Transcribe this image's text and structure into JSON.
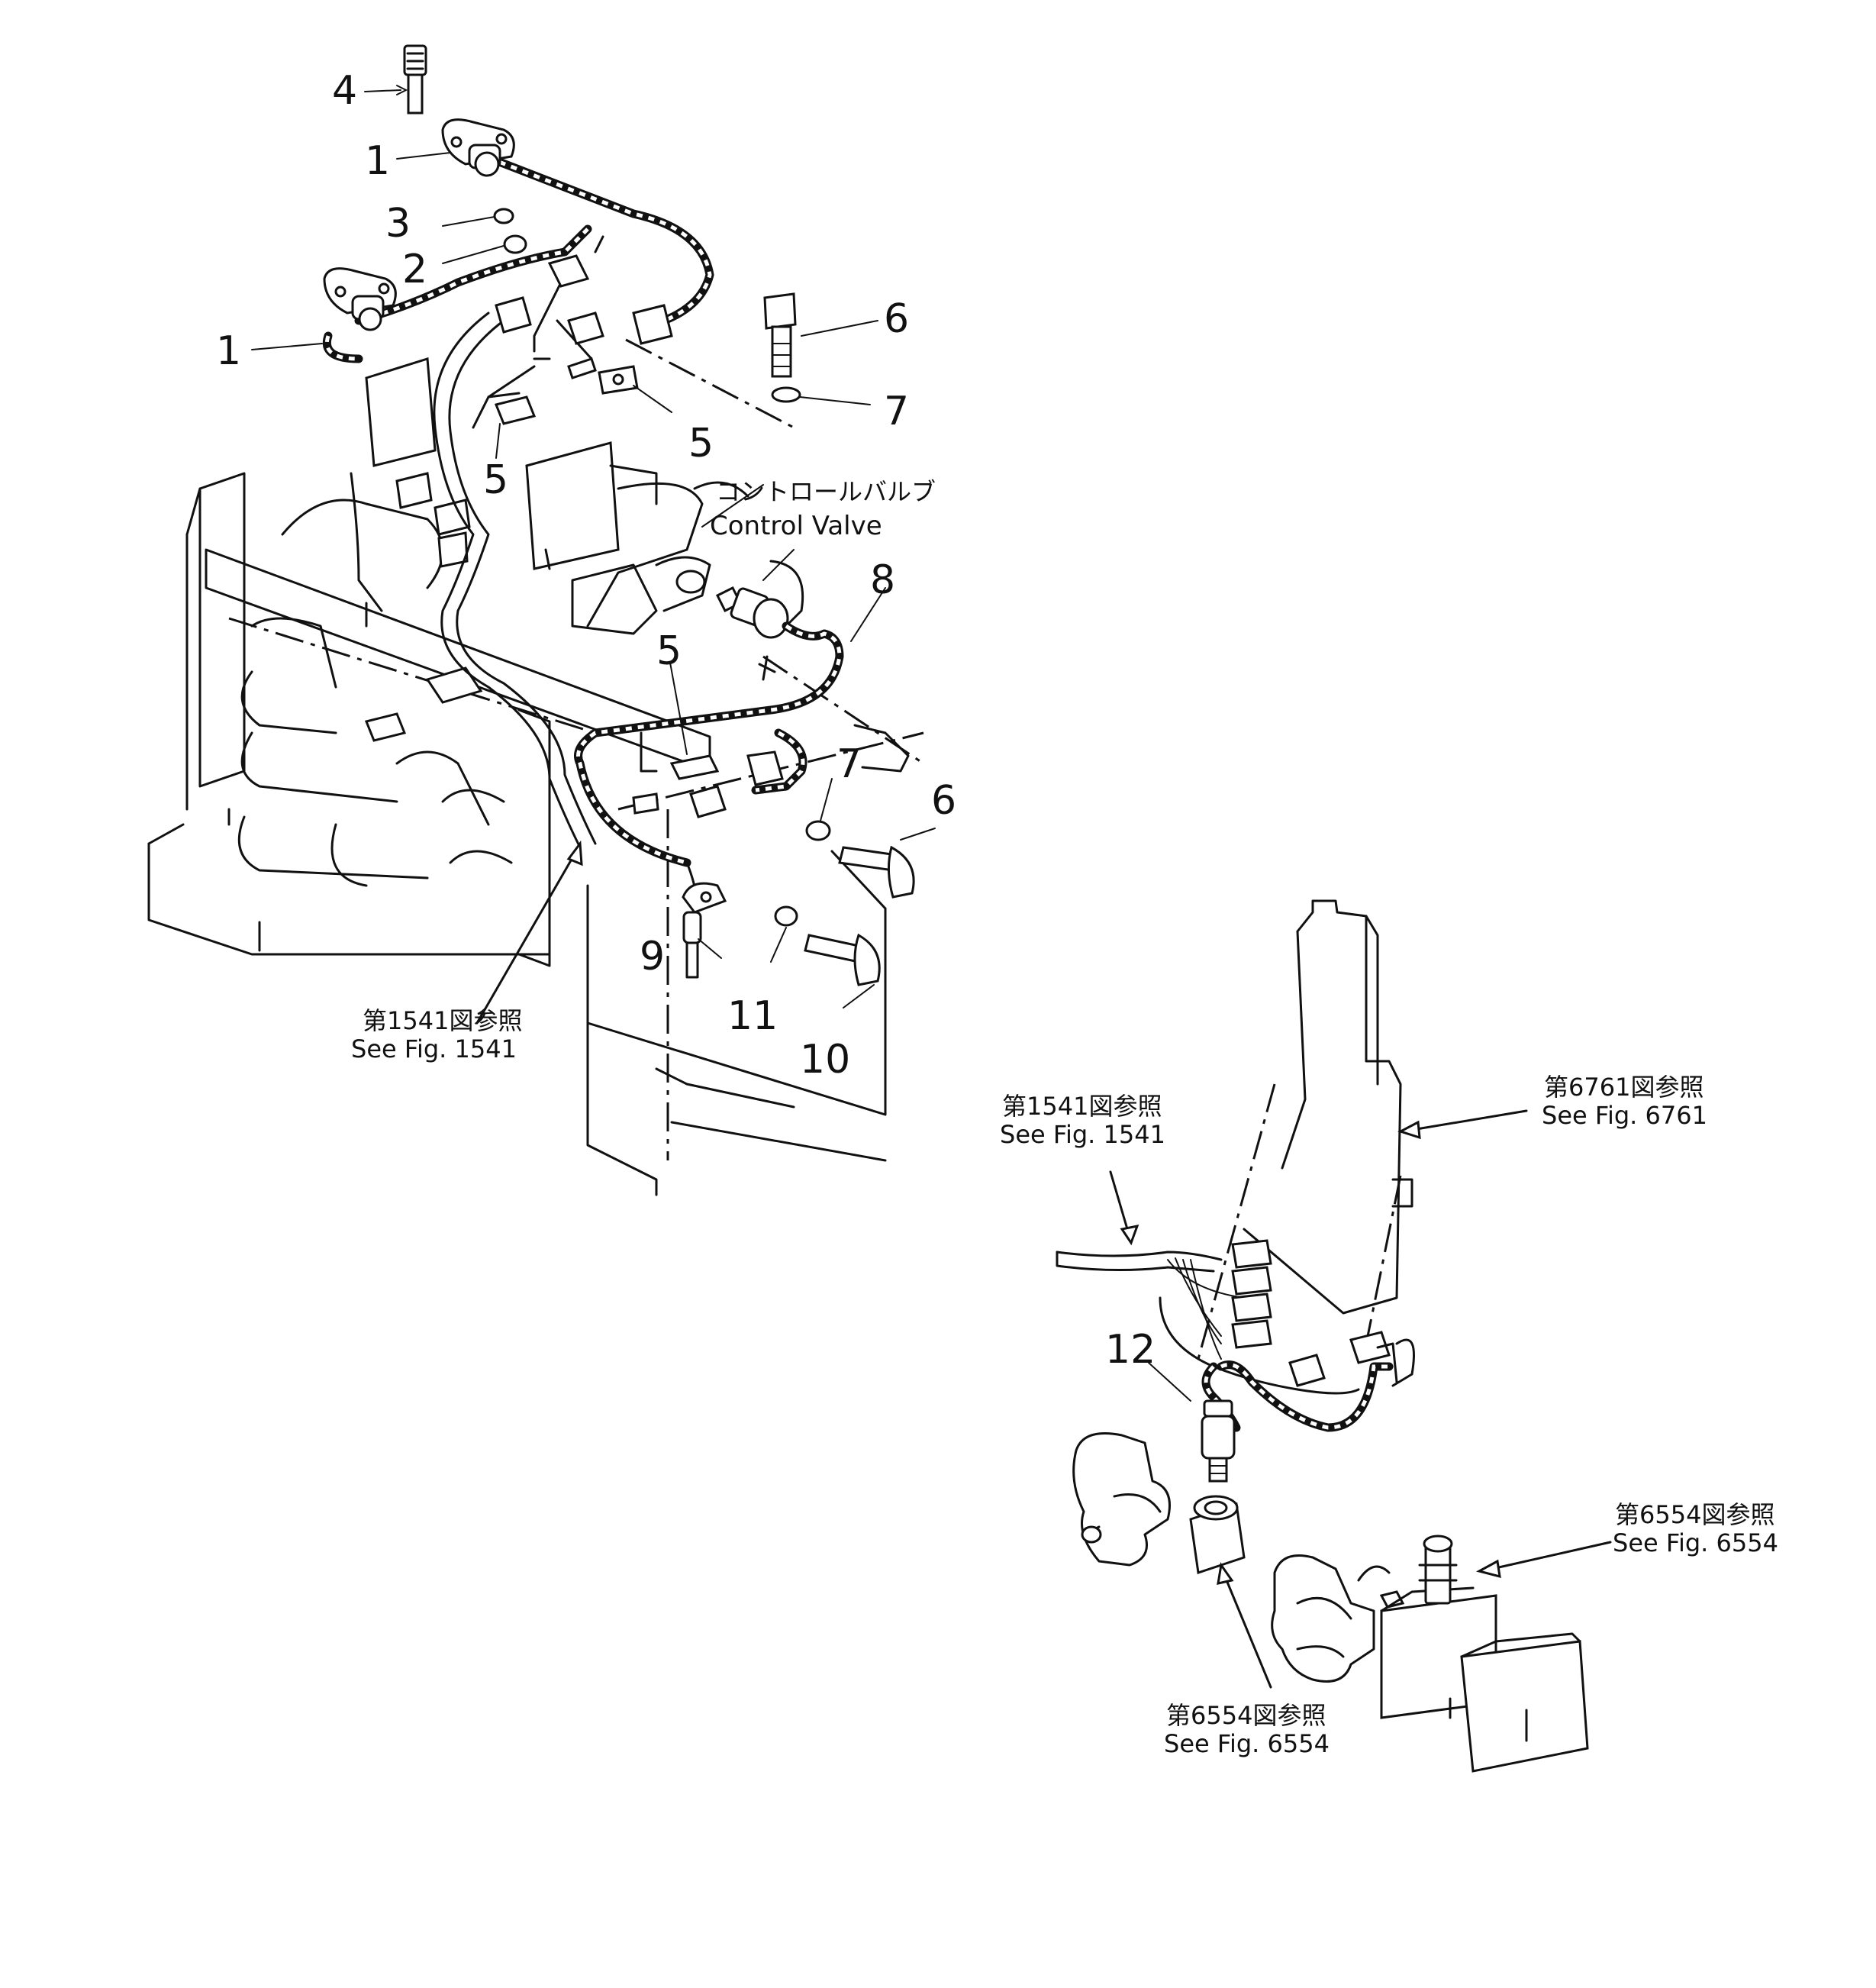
{
  "callouts": {
    "c1a": "1",
    "c1b": "1",
    "c2": "2",
    "c3": "3",
    "c4": "4",
    "c5a": "5",
    "c5b": "5",
    "c5c": "5",
    "c6a": "6",
    "c6b": "6",
    "c7a": "7",
    "c7b": "7",
    "c8": "8",
    "c9": "9",
    "c10": "10",
    "c11": "11",
    "c12": "12"
  },
  "labels": {
    "control_valve_jp": "コントロールバルブ",
    "control_valve_en": "Control Valve"
  },
  "refs": {
    "r1_jp": "第1541図参照",
    "r1_en": "See Fig. 1541",
    "r2_jp": "第1541図参照",
    "r2_en": "See Fig. 1541",
    "r3_jp": "第6761図参照",
    "r3_en": "See Fig. 6761",
    "r4_jp": "第6554図参照",
    "r4_en": "See Fig. 6554",
    "r5_jp": "第6554図参照",
    "r5_en": "See Fig. 6554"
  }
}
